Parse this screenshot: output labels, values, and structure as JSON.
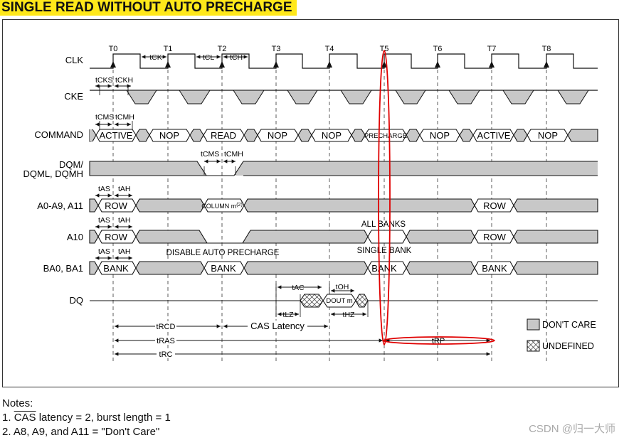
{
  "title": "SINGLE READ WITHOUT AUTO PRECHARGE",
  "clock_labels": [
    "T0",
    "T1",
    "T2",
    "T3",
    "T4",
    "T5",
    "T6",
    "T7",
    "T8"
  ],
  "signals": {
    "clk": "CLK",
    "cke": "CKE",
    "command": "COMMAND",
    "dqm_1": "DQM/",
    "dqm_2": "DQML, DQMH",
    "addr": "A0-A9, A11",
    "a10": "A10",
    "ba": "BA0, BA1",
    "dq": "DQ"
  },
  "commands": [
    "ACTIVE",
    "NOP",
    "READ",
    "NOP",
    "NOP",
    "PRECHARGE",
    "NOP",
    "ACTIVE",
    "NOP"
  ],
  "addr_values": {
    "row": "ROW",
    "column": "COLUMN m",
    "column_sup": "(2)",
    "row2": "ROW"
  },
  "a10_values": {
    "row": "ROW",
    "all_banks": "ALL BANKS",
    "row2": "ROW"
  },
  "ba_values": {
    "bank": "BANK",
    "disable_ap": "DISABLE AUTO PRECHARGE",
    "bank2": "BANK",
    "single_bank": "SINGLE BANK",
    "bank3": "BANK",
    "bank4": "BANK"
  },
  "dq_value": "DOUT m",
  "timing": {
    "tck": "tCK",
    "tcl": "tCL",
    "tch": "tCH",
    "tcks": "tCKS",
    "tckh": "tCKH",
    "tcms": "tCMS",
    "tcmh": "tCMH",
    "tcms2": "tCMS",
    "tcmh2": "tCMH",
    "tas1": "tAS",
    "tah1": "tAH",
    "tas2": "tAS",
    "tah2": "tAH",
    "tas3": "tAS",
    "tah3": "tAH",
    "tac": "tAC",
    "toh": "tOH",
    "tlz": "tLZ",
    "thz": "tHZ",
    "trcd": "tRCD",
    "cas_latency": "CAS Latency",
    "tras": "tRAS",
    "trp": "tRP",
    "trc": "tRC"
  },
  "legend": {
    "dont_care": "DON'T CARE",
    "undefined": "UNDEFINED"
  },
  "notes": {
    "heading": "Notes:",
    "n1_prefix": "1. ",
    "n1_cas": "CAS",
    "n1_rest": " latency = 2, burst length = 1",
    "n2": "2. A8, A9, and A11 = \"Don't Care\""
  },
  "watermark": "CSDN @归一大师",
  "colors": {
    "highlight": "#ffe81a",
    "dont_care_fill": "#c8c8c8",
    "annotation": "#e00000"
  }
}
